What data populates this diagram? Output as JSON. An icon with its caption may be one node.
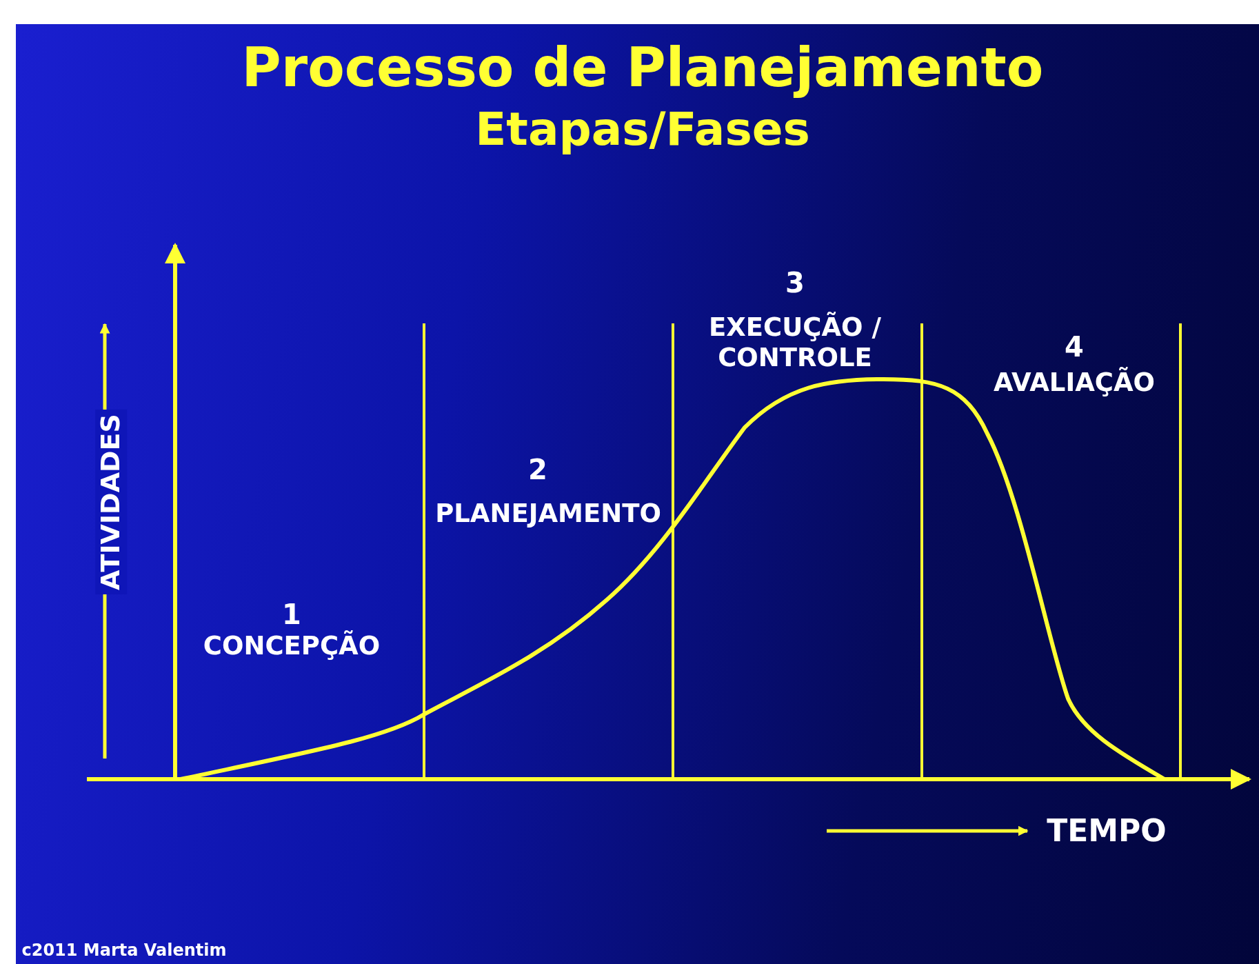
{
  "diagram": {
    "title": "Processo de Planejamento",
    "labels": [
      "Etapas/Fases",
      "ATIVIDADES",
      "3",
      "EXECUÇÃO / CONTROLE",
      "4",
      "AVALIAÇÃO",
      "2",
      "PLANEJAMENTO",
      "1",
      "CONCEPÇÃO",
      "TEMPO",
      "c2011 Marta Valentim"
    ]
  }
}
